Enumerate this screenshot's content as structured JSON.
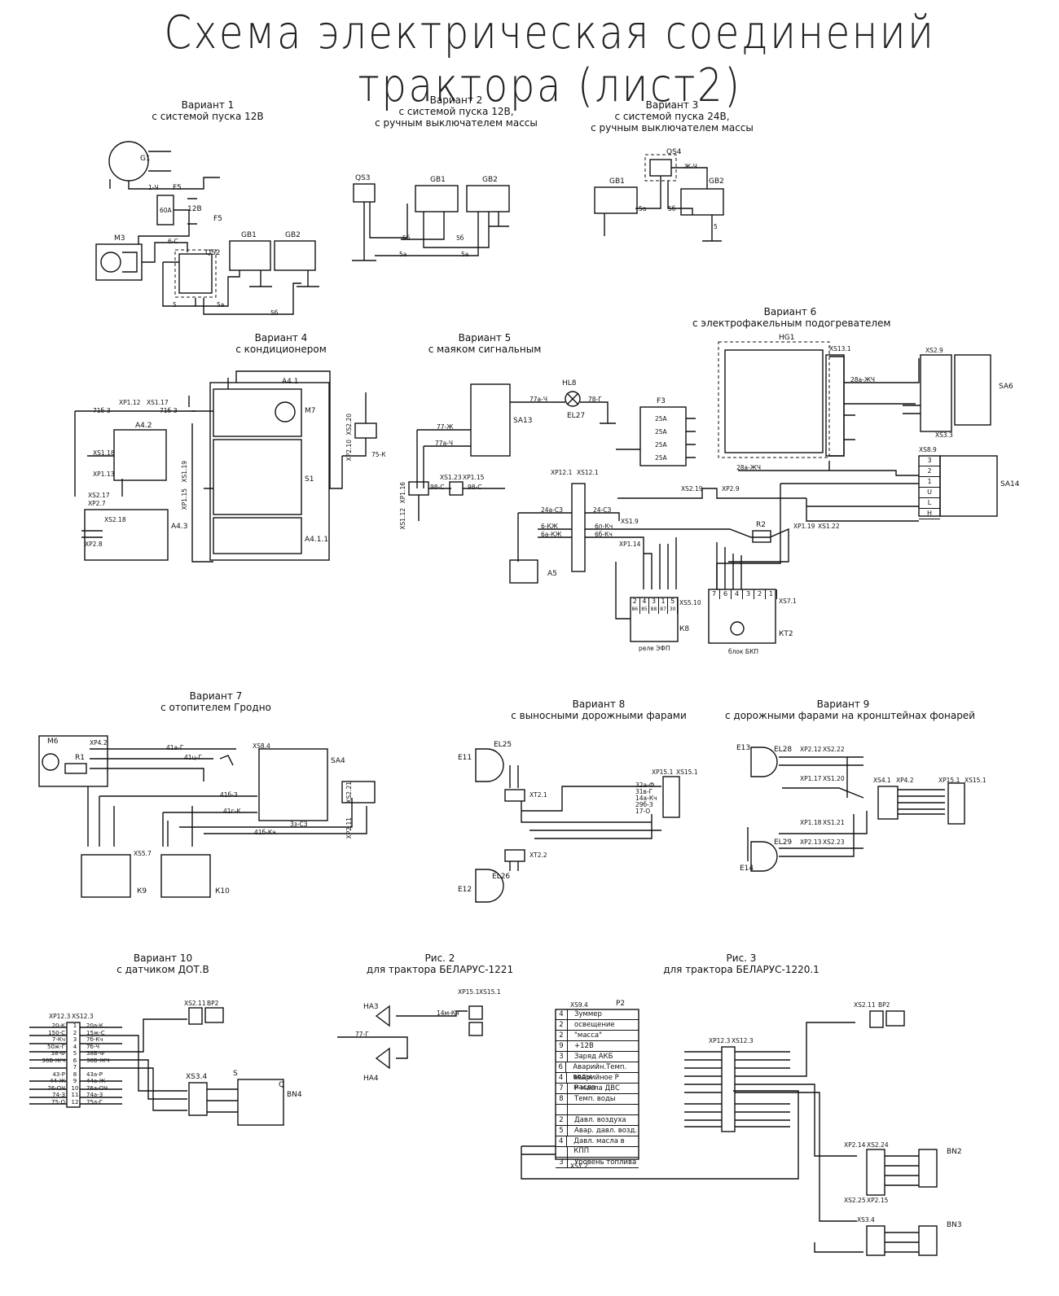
{
  "title": "Схема электрическая соединений трактора (лист2)",
  "variants": {
    "v1": {
      "head": "Вариант 1",
      "sub": "с системой пуска 12В",
      "labels": {
        "g1": "G1",
        "f5a": "F5",
        "f5b": "F5",
        "v12": "12В",
        "a60": "60А",
        "m3": "М3",
        "qs2": "QS2",
        "gb1": "GB1",
        "gb2": "GB2",
        "w1": "1-Ч",
        "w2": "6-С",
        "w3": "5",
        "w4": "5а",
        "w5": "5б"
      }
    },
    "v2": {
      "head": "Вариант 2",
      "sub1": "с системой пуска 12В,",
      "sub2": "с ручным выключателем массы",
      "labels": {
        "qs3": "QS3",
        "gb1": "GB1",
        "gb2": "GB2",
        "w1": "5б",
        "w2": "5а",
        "w3": "5б",
        "w4": "5а"
      }
    },
    "v3": {
      "head": "Вариант 3",
      "sub1": "с системой пуска 24В,",
      "sub2": "с ручным выключателем массы",
      "labels": {
        "qs4": "QS4",
        "gb1": "GB1",
        "gb2": "GB2",
        "w1": "5а",
        "w2": "5б",
        "w3": "5",
        "w4": "Ж-Ч"
      }
    },
    "v4": {
      "head": "Вариант 4",
      "sub": "с кондиционером",
      "labels": {
        "a41": "А4.1",
        "m7": "М7",
        "s1": "S1",
        "a411": "А4.1.1",
        "a42": "А4.2",
        "a43": "А4.3",
        "xp112": "ХР1.12",
        "xs117": "XS1.17",
        "xs118": "XS1.18",
        "xp113": "ХР1.13",
        "xs217": "XS2.17",
        "xp27": "ХР2.7",
        "xs218": "XS2.18",
        "xp28": "ХР2.8",
        "xs119": "XS1.19",
        "xp115": "ХР1.15",
        "xp210": "ХР2.10",
        "xs220": "XS2.20",
        "w1": "71б-З",
        "w2": "71б-З",
        "w3": "75-К"
      }
    },
    "v5": {
      "head": "Вариант 5",
      "sub": "с маяком сигнальным",
      "labels": {
        "hl8": "HL8",
        "el27": "EL27",
        "sa13": "SA13",
        "xs123": "XS1.23",
        "xp115": "ХР1.15",
        "xs112": "XS1.12",
        "xp116": "ХР1.16",
        "w1": "77а-Ч",
        "w2": "78-Г",
        "w3": "77-Ж",
        "w4": "77а-Ч",
        "w5": "98-С",
        "w6": "98-С"
      }
    },
    "v6": {
      "head": "Вариант 6",
      "sub": "с электрофакельным подогревателем",
      "labels": {
        "hg1": "HG1",
        "xs131": "XS13.1",
        "xs29": "XS2.9",
        "xs33": "XS3.3",
        "sa6": "SA6",
        "f3": "F3",
        "xs89": "XS8.9",
        "sa14": "SA14",
        "xs219": "XS2.19",
        "xp29": "ХР2.9",
        "r2": "R2",
        "xp119": "ХР1.19",
        "xs122": "XS1.22",
        "xp121": "ХР12.1",
        "xs121": "XS12.1",
        "xs19": "XS1.9",
        "xp114": "ХР1.14",
        "a5": "А5",
        "xs510": "XS5.10",
        "k8": "К8",
        "rele": "реле ЭФП",
        "xs71": "XS7.1",
        "kt2": "КТ2",
        "blok": "блок БКП",
        "w1": "28а-ЖЧ",
        "w2": "28а-ЖЧ",
        "w3": "24а-СЗ",
        "w4": "24-СЗ",
        "w5": "6-КЖ",
        "w6": "6а-КЖ",
        "w7": "6п-Кч",
        "w8": "6б-Кч",
        "a25": "25А"
      }
    },
    "v7": {
      "head": "Вариант 7",
      "sub": "с отопителем Гродно",
      "labels": {
        "m6": "М6",
        "r1": "R1",
        "xp42": "ХР4.2",
        "xs84": "XS8.4",
        "sa4": "SA4",
        "xs57": "XS5.7",
        "k9": "К9",
        "k10": "К10",
        "xp211": "ХР2.11",
        "xs221": "XS2.21",
        "w1": "41а-Г",
        "w2": "41ц-Г",
        "w3": "41б-З",
        "w4": "41г-К",
        "w5": "41б-Кч",
        "w6": "3з-СЗ"
      }
    },
    "v8": {
      "head": "Вариант 8",
      "sub": "с выносными дорожными фарами",
      "labels": {
        "e11": "Е11",
        "el25": "EL25",
        "xt21": "ХТ2.1",
        "xt22": "ХТ2.2",
        "e12": "Е12",
        "el26": "EL26",
        "xp151": "ХР15.1",
        "xs151": "XS15.1",
        "w1": "32а-Ф",
        "w2": "31в-Г",
        "w3": "14а-Кч",
        "w4": "29б-З",
        "w5": "17-О"
      }
    },
    "v9": {
      "head": "Вариант 9",
      "sub": "с  дорожными фарами на кронштейнах фонарей",
      "labels": {
        "e13": "Е13",
        "el28": "EL28",
        "xp212": "ХР2.12",
        "xs222": "XS2.22",
        "xp117": "ХР1.17",
        "xs120": "XS1.20",
        "xs41": "XS4.1",
        "xp42": "ХР4.2",
        "xp151": "ХР15.1",
        "xs151": "XS15.1",
        "xp118": "ХР1.18",
        "xs121": "XS1.21",
        "el29": "EL29",
        "xp213": "ХР2.13",
        "xs223": "XS2.23",
        "e14": "Е14"
      }
    },
    "v10": {
      "head": "Вариант 10",
      "sub": "с датчиком ДОТ.В",
      "labels": {
        "xp123": "ХР12.3",
        "xs123": "XS12.3",
        "xs211": "XS2.11",
        "bp2": "ВР2",
        "xs34": "XS3.4",
        "s": "S",
        "q": "Q",
        "bn4": "BN4"
      }
    }
  },
  "figs": {
    "fig2": {
      "head": "Рис. 2",
      "sub": "для трактора БЕЛАРУС-1221",
      "labels": {
        "ha3": "НА3",
        "ha4": "НА4",
        "xp151": "ХР15.1",
        "xs151": "XS15.1",
        "w1": "14м-Кч",
        "w2": "77-Г"
      }
    },
    "fig3": {
      "head": "Рис. 3",
      "sub": "для трактора БЕЛАРУС-1220.1",
      "labels": {
        "xs94": "XS9.4",
        "p2": "Р2",
        "xs72": "XS7.2",
        "xp123": "ХР12.3",
        "xs123": "XS12.3",
        "xs211": "XS2.11",
        "bp2": "ВР2",
        "xp214": "ХР2.14",
        "xs224": "XS2.24",
        "bn2": "BN2",
        "xs225": "XS2.25",
        "xp215": "ХР2.15",
        "xs34": "XS3.4",
        "bn3": "BN3"
      },
      "rows": [
        {
          "n": "4",
          "t": "Зуммер"
        },
        {
          "n": "2",
          "t": "освещение"
        },
        {
          "n": "2",
          "t": "\"масса\""
        },
        {
          "n": "9",
          "t": "+12В"
        },
        {
          "n": "3",
          "t": "Заряд АКБ"
        },
        {
          "n": "6",
          "t": "Аварийн.Темп. воды"
        },
        {
          "n": "4",
          "t": "аварийное Р масла"
        },
        {
          "n": "7",
          "t": "Р масла ДВС"
        },
        {
          "n": "8",
          "t": "Темп. воды"
        },
        {
          "n": "",
          "t": ""
        },
        {
          "n": "2",
          "t": "Давл. воздуха"
        },
        {
          "n": "5",
          "t": "Авар. давл. возд."
        },
        {
          "n": "4",
          "t": "Давл. масла в КПП"
        },
        {
          "n": "",
          "t": ""
        },
        {
          "n": "3",
          "t": "Уровень топлива"
        }
      ]
    }
  },
  "connector_rows_10": {
    "left": [
      "20-К",
      "150-С",
      "7-Кч",
      "50ж-Г",
      "38-Ф",
      "38Б-ЖЧ",
      "",
      "43-Р",
      "44-Ж",
      "76-ОЧ",
      "74-З",
      "75-О"
    ],
    "nums": [
      "1",
      "2",
      "3",
      "4",
      "5",
      "6",
      "7",
      "8",
      "9",
      "10",
      "11",
      "12"
    ],
    "right": [
      "20а-К",
      "15ж-С",
      "7б-Кч",
      "7б-Ч",
      "38Б-Ф",
      "38Б-ЖЧ",
      "",
      "43а-Р",
      "44а-Ж",
      "76а-ОЧ",
      "74а-З",
      "75а-Г"
    ]
  },
  "sa14_rows": [
    "3",
    "2",
    "1",
    "U",
    "L",
    "H"
  ],
  "xs71_nums": [
    "7",
    "6",
    "4",
    "3",
    "2",
    "1"
  ],
  "k_nums": [
    "2",
    "4",
    "3",
    "1",
    "5"
  ],
  "k_pins": [
    "86",
    "85",
    "88",
    "87",
    "30"
  ]
}
